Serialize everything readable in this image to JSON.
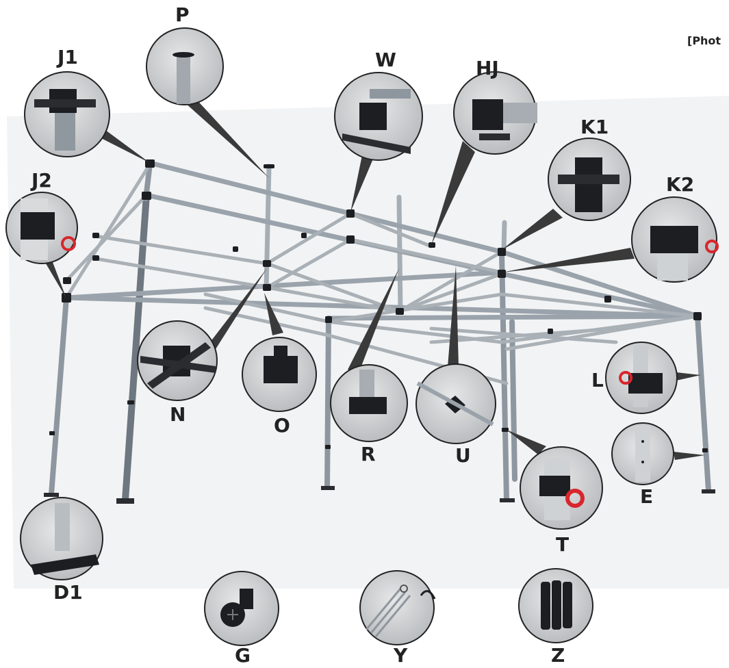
{
  "corner_note": "[Phot",
  "parts": {
    "P": "P",
    "J1": "J1",
    "J2": "J2",
    "W": "W",
    "HJ": "HJ",
    "K1": "K1",
    "K2": "K2",
    "N": "N",
    "O": "O",
    "R": "R",
    "U": "U",
    "L": "L",
    "E": "E",
    "T": "T",
    "D1": "D1",
    "G": "G",
    "Y": "Y",
    "Z": "Z"
  },
  "colors": {
    "frame": "#9aa3ab",
    "frame_dark": "#6e7780",
    "joint": "#1c1e22",
    "callout": "#3a3a3a",
    "bubble_bg": "#c9cbcc",
    "accent_red": "#d8262c",
    "background": "#ffffff"
  }
}
